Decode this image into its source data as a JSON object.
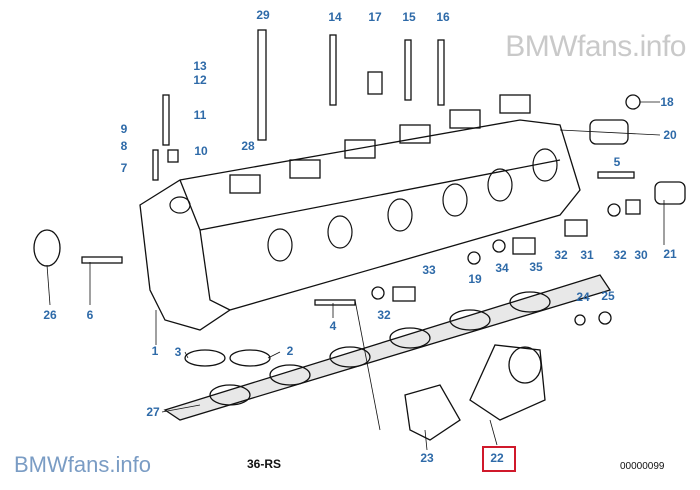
{
  "watermark": "BMWfans.info",
  "brand": "BMWfans.info",
  "diagram_code": "36-RS",
  "diagram_number": "00000099",
  "highlight_color": "#d0192b",
  "label_color": "#2e6aa8",
  "highlighted_part": "22",
  "part_labels": [
    "29",
    "14",
    "17",
    "15",
    "16",
    "13",
    "12",
    "11",
    "9",
    "8",
    "10",
    "7",
    "28",
    "18",
    "20",
    "5",
    "21",
    "26",
    "6",
    "1",
    "3",
    "2",
    "4",
    "27",
    "23",
    "22",
    "19",
    "34",
    "33",
    "32",
    "35",
    "32",
    "31",
    "32",
    "30",
    "24",
    "25"
  ]
}
